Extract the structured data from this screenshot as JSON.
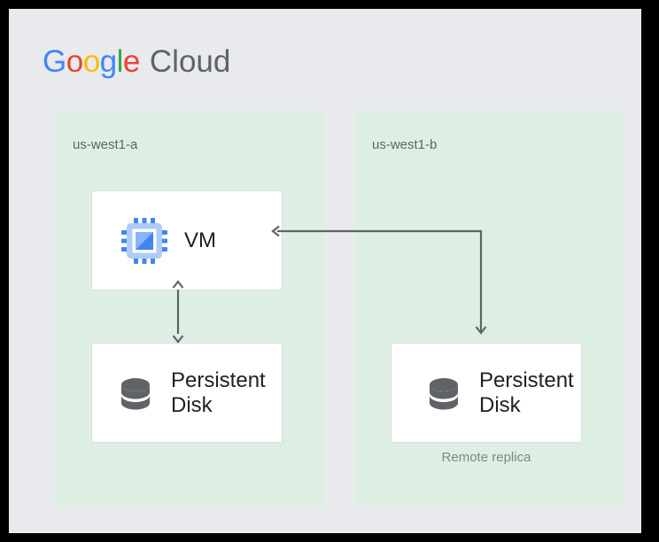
{
  "brand": {
    "name": "Google Cloud",
    "google_letters": [
      {
        "char": "G",
        "color": "#4285f4"
      },
      {
        "char": "o",
        "color": "#ea4335"
      },
      {
        "char": "o",
        "color": "#fbbc04"
      },
      {
        "char": "g",
        "color": "#4285f4"
      },
      {
        "char": "l",
        "color": "#34a853"
      },
      {
        "char": "e",
        "color": "#ea4335"
      }
    ],
    "suffix": "Cloud",
    "suffix_color": "#5f6368"
  },
  "diagram": {
    "type": "architecture",
    "title": "Google Cloud",
    "background_color": "#e8eaed",
    "zone_color": "#ddefe3",
    "zones": [
      {
        "id": "zone-a",
        "label": "us-west1-a",
        "nodes": [
          {
            "id": "vm",
            "label": "VM",
            "icon": "cpu-chip-icon"
          },
          {
            "id": "disk-a",
            "label": "Persistent Disk",
            "icon": "database-disk-icon"
          }
        ]
      },
      {
        "id": "zone-b",
        "label": "us-west1-b",
        "nodes": [
          {
            "id": "disk-b",
            "label": "Persistent Disk",
            "icon": "database-disk-icon",
            "caption": "Remote replica"
          }
        ]
      }
    ],
    "connectors": [
      {
        "id": "vm-to-disk-a",
        "from": "vm",
        "to": "disk-a",
        "direction": "bidirectional",
        "style": "straight-vertical",
        "color": "#5f6368"
      },
      {
        "id": "replica-link",
        "from": "vm",
        "to": "disk-b",
        "direction": "bidirectional",
        "style": "elbow",
        "color": "#5f6368"
      }
    ]
  }
}
